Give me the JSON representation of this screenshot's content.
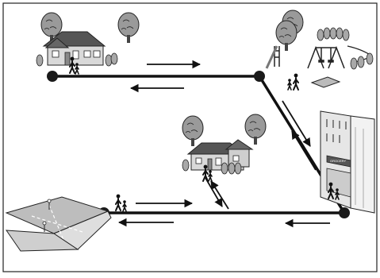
{
  "diagram": {
    "description_items": [
      "house-scene",
      "playground-scene",
      "neighbor-house-scene",
      "corner-store-scene",
      "crossroads-scene"
    ],
    "store_sign": "GROCERY",
    "colors": {
      "line": "#111111",
      "node": "#1a1a1a",
      "roof": "#555555",
      "wall": "#d9d9d9",
      "tree": "#9a9a9a",
      "road": "#bdbdbd",
      "border": "#222222"
    },
    "nodes": [
      {
        "id": "home"
      },
      {
        "id": "playground"
      },
      {
        "id": "store"
      },
      {
        "id": "crossroads"
      }
    ],
    "icons": [
      "house-icon",
      "tree-icon",
      "slide-icon",
      "swing-icon",
      "sandbox-icon",
      "store-icon",
      "pedestrian-icon",
      "street-intersection-icon"
    ]
  }
}
